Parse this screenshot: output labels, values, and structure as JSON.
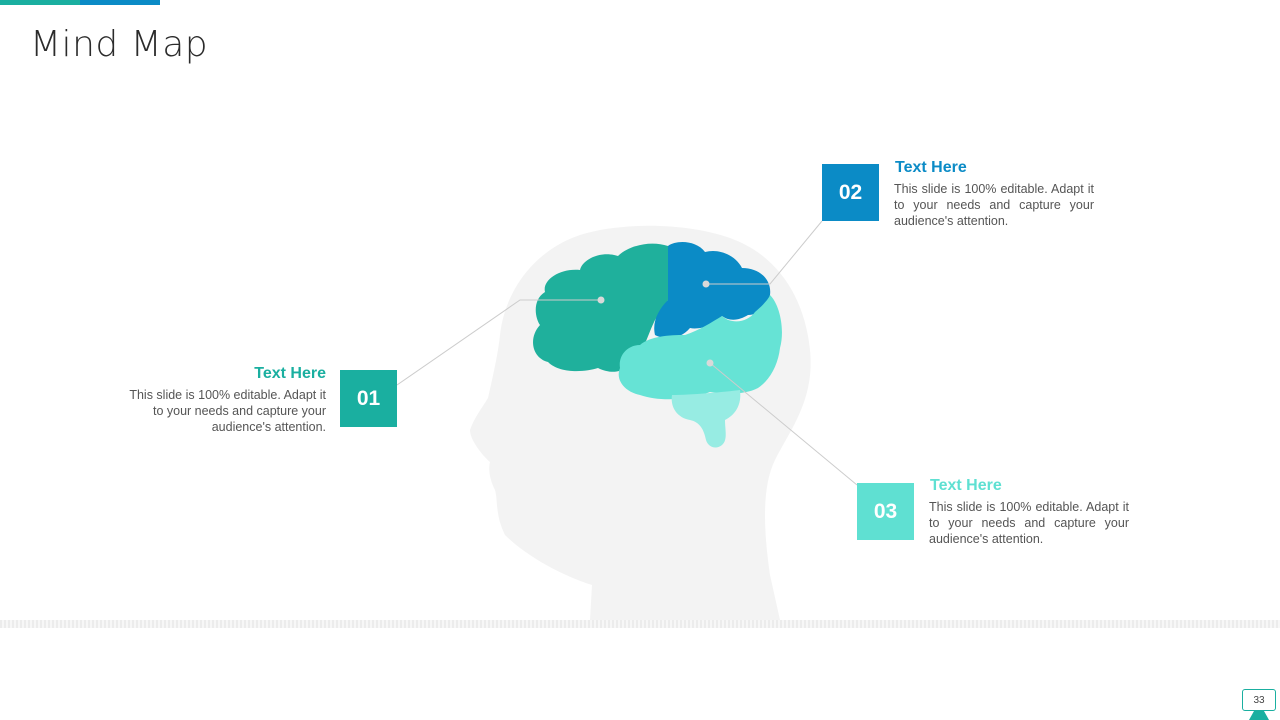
{
  "slide": {
    "title": "Mind Map",
    "page_number": "33"
  },
  "colors": {
    "teal": "#1aafa0",
    "blue": "#0b8bc6",
    "aqua": "#5fe0d2",
    "head": "#f3f3f3"
  },
  "items": [
    {
      "number": "01",
      "title": "Text Here",
      "description": "This slide is 100% editable. Adapt it to your needs and capture your audience's attention."
    },
    {
      "number": "02",
      "title": "Text Here",
      "description": "This slide is 100% editable. Adapt it to your needs and capture your audience's attention."
    },
    {
      "number": "03",
      "title": "Text Here",
      "description": "This slide is 100% editable. Adapt it to your needs and capture your audience's attention."
    }
  ]
}
